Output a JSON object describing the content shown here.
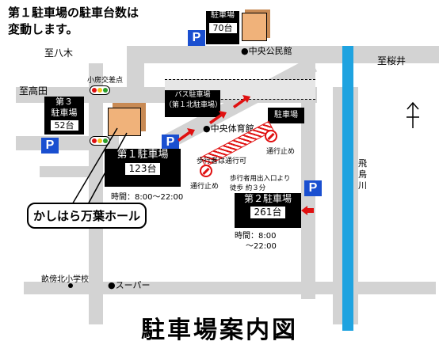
{
  "notice": [
    "第１駐車場の駐車台数は",
    "変動します。"
  ],
  "main_title": "駐車場案内図",
  "areas": {
    "to_hachiki": "至八木",
    "to_takada": "至高田",
    "to_sakurai": "至桜井",
    "kobo_crossing": "小房交差点",
    "chuo_kominkan": "●中央公民館",
    "chuo_taiikukan": "●中央体育館",
    "school": "畝傍北小学校",
    "super": "●スーパー",
    "river": [
      "飛",
      "鳥",
      "川"
    ]
  },
  "lots": {
    "lot1": {
      "name": "第１駐車場",
      "count": "123台",
      "hours": "時間：8:00～22:00"
    },
    "lot2": {
      "name": "第２駐車場",
      "count": "261台",
      "hours": [
        "時間：8:00",
        "～22:00"
      ],
      "walk": [
        "歩行者用出入口より",
        "徒歩 約３分"
      ]
    },
    "lot3": {
      "name": [
        "第３",
        "駐車場"
      ],
      "count": "52台"
    },
    "kominkan_lot": {
      "name": "駐車場",
      "count": "70台"
    },
    "taiikukan_lot": {
      "name": "駐車場"
    },
    "bus_lot": {
      "name": [
        "バス駐車場",
        "（第１北駐車場）"
      ]
    }
  },
  "venue": "かしはら万葉ホール",
  "parking_symbol": "P",
  "notes": {
    "walk_ok": "歩行者は通行可",
    "closed": "通行止め"
  },
  "colors": {
    "parking_blue": "#1a4fd0",
    "river": "#1fa3e0",
    "arrow_red": "#e01010",
    "building": "#f0b27a"
  }
}
